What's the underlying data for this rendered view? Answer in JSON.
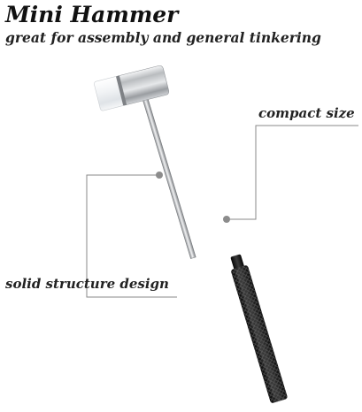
{
  "product": {
    "title": "Mini Hammer",
    "subtitle": "great for assembly and general tinkering"
  },
  "callouts": [
    {
      "label": "compact size"
    },
    {
      "label": "solid structure design"
    }
  ],
  "colors": {
    "text": "#222222",
    "leader_line": "#8a8a8a",
    "leader_dot": "#8c8c8c",
    "grip": "#111111",
    "metal": "#c4c6c8"
  }
}
